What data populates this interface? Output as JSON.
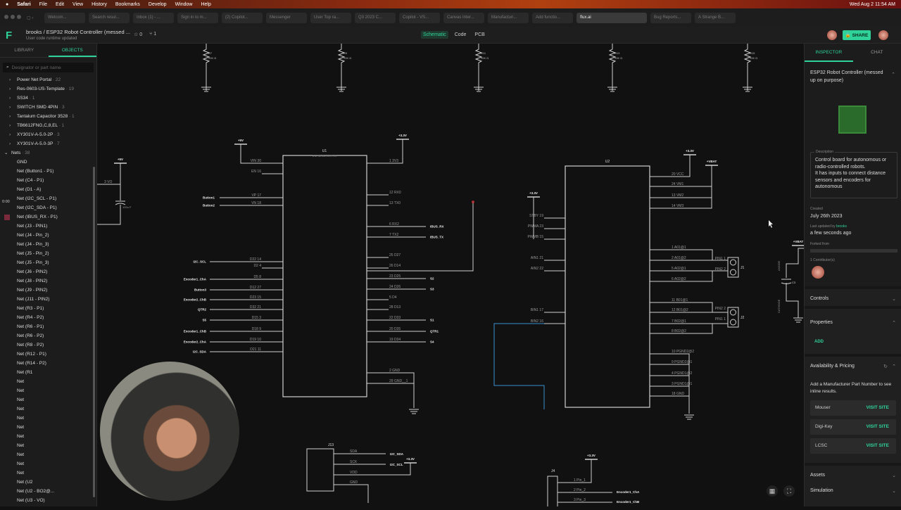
{
  "menubar": {
    "apple": "",
    "app": "Safari",
    "menus": [
      "File",
      "Edit",
      "View",
      "History",
      "Bookmarks",
      "Develop",
      "Window",
      "Help"
    ],
    "clock": "Wed Aug 2  11:54 AM"
  },
  "browser": {
    "tabs": [
      "Welcom...",
      "Search resul...",
      "Inbox (1) - ...",
      "Sign in to m...",
      "(2) Copilot...",
      "Messenger",
      "User Top ra...",
      "Q3 2023 C...",
      "Copilot - VS...",
      "Canvas Inter...",
      "Manufacturi...",
      "Add functio...",
      "flux.ai",
      "Bug Reports...",
      "A Strange B..."
    ],
    "active_tab": "flux.ai"
  },
  "app": {
    "logo": "F",
    "title": "brooks / ESP32 Robot Controller (messed ...",
    "subtitle": "User code runtime updated",
    "stars": "0",
    "forks": "1",
    "views": [
      "Schematic",
      "Code",
      "PCB"
    ],
    "active_view": "Schematic",
    "share": "SHARE"
  },
  "left": {
    "tabs": [
      "LIBRARY",
      "OBJECTS"
    ],
    "active_tab": "OBJECTS",
    "search_placeholder": "Designator or part name",
    "groups": [
      [
        "Power Net Portal",
        "22"
      ],
      [
        "Res-0603-US-Template",
        "19"
      ],
      [
        "SS34",
        "1"
      ],
      [
        "SWITCH SMD 4PIN",
        "3"
      ],
      [
        "Tantalum Capacitor 3528",
        "1"
      ],
      [
        "TB6612FNG,C,8,EL",
        "1"
      ],
      [
        "XY301V-A-5.0-2P",
        "3"
      ],
      [
        "XY301V-A-5.0-3P",
        "7"
      ]
    ],
    "nets_label": "Nets",
    "nets_count": "38",
    "nets": [
      "GND",
      "Net (Button1 - P1)",
      "Net (C4 - P1)",
      "Net (D1 - A)",
      "Net (I2C_SCL - P1)",
      "Net (I2C_SDA - P1)",
      "Net (IBUS_RX - P1)",
      "Net (J3 - PIN1)",
      "Net (J4 - Pin_2)",
      "Net (J4 - Pin_3)",
      "Net (J5 - Pin_2)",
      "Net (J5 - Pin_3)",
      "Net (J6 - PIN2)",
      "Net (J8 - PIN2)",
      "Net (J9 - PIN2)",
      "Net (J11 - PIN2)",
      "Net (R3 - P1)",
      "Net (R4 - P2)",
      "Net (R6 - P1)",
      "Net (R6 - P2)",
      "Net (R8 - P2)",
      "Net (R12 - P1)",
      "Net (R14 - P2)",
      "Net (R1",
      "Net",
      "Net",
      "Net",
      "Net",
      "Net",
      "Net",
      "Net",
      "Net",
      "Net",
      "Net",
      "Net",
      "Net (U2",
      "Net (U2 - BO2@...",
      "Net (U3 - VO)"
    ],
    "timer": "0:00"
  },
  "schematic": {
    "resistors": [
      [
        "R7",
        "20K Ω"
      ],
      [
        "R9",
        "20K Ω"
      ],
      [
        "R11",
        "20K Ω"
      ],
      [
        "R13",
        "20K Ω"
      ],
      [
        "R15",
        "20K Ω"
      ]
    ],
    "u1": {
      "ref": "U1",
      "part": "ESP32-DEVKIT-V1",
      "left": [
        [
          "VIN  30",
          ""
        ],
        [
          "EN  16",
          ""
        ],
        [
          "VP  17",
          "Button1"
        ],
        [
          "VN  18",
          "Button2"
        ],
        [
          "D22  14",
          "I2C_SCL"
        ],
        [
          "D2  4",
          ""
        ],
        [
          "D5  8",
          "Encoder1_ChA"
        ],
        [
          "D12  27",
          "Button3"
        ],
        [
          "D23  15",
          "Encoder2_ChB"
        ],
        [
          "D32  21",
          "QTR2"
        ],
        [
          "D15  3",
          "S5"
        ],
        [
          "D18  9",
          "Encoder1_ChB"
        ],
        [
          "D19  10",
          "Encoder2_ChA"
        ],
        [
          "D21  11",
          "I2C_SDA"
        ]
      ],
      "right": [
        [
          "1  3V3",
          ""
        ],
        [
          "12  RX0",
          ""
        ],
        [
          "13  TX0",
          ""
        ],
        [
          "6  RX2",
          "IBUS_RX"
        ],
        [
          "7  TX2",
          "IBUS_TX"
        ],
        [
          "25  D27",
          ""
        ],
        [
          "26  D14",
          ""
        ],
        [
          "23  D25",
          "S2"
        ],
        [
          "24  D26",
          "S3"
        ],
        [
          "5  D4",
          ""
        ],
        [
          "28  D13",
          ""
        ],
        [
          "22  D33",
          "S1"
        ],
        [
          "20  D35",
          "QTR1"
        ],
        [
          "19  D34",
          "S4"
        ],
        [
          "2  GND",
          ""
        ],
        [
          "29  GND__1",
          ""
        ]
      ]
    },
    "u2": {
      "ref": "U2",
      "left": [
        "STBY  19",
        "PWMA  23",
        "PWMB  15",
        "AIN1  21",
        "AIN2  22",
        "BIN1  17",
        "BIN2  16"
      ],
      "right": [
        "20  VCC",
        "24  VM1",
        "13  VM2",
        "14  VM3",
        "1  A01@1",
        "2  A01@2",
        "5  A02@1",
        "6  A02@2",
        "11  B01@1",
        "12  B01@2",
        "7  B02@1",
        "8  B02@2",
        "10  PGND2@2",
        "9  PGND2@1",
        "4  PGND1@2",
        "3  PGND1@1",
        "18  GND"
      ]
    },
    "j1": {
      "ref": "J1",
      "pins": [
        "PIN1  1",
        "PIN2  2"
      ]
    },
    "j2": {
      "ref": "J2",
      "pins": [
        "PIN2  2",
        "PIN1  1"
      ]
    },
    "j13": {
      "ref": "J13",
      "pins": [
        "SDA",
        "SCK",
        "VDD",
        "GND"
      ],
      "nets": [
        "I2C_SDA",
        "I2C_SCL"
      ]
    },
    "j4": {
      "ref": "J4",
      "pins": [
        "1  Pin_1",
        "2  Pin_2",
        "3  Pin_3"
      ],
      "nets": [
        "Encoder1_ChA",
        "Encoder1_ChB"
      ]
    },
    "power": {
      "p5v": "+5V",
      "p33": "+3.3V",
      "vbat": "+VBAT"
    },
    "u3": {
      "pin": "3  VO",
      "cap": "100u F"
    },
    "c3": {
      "ref": "C3",
      "anode": "ANODE",
      "cathode": "CATHODE"
    }
  },
  "right": {
    "tabs": [
      "INSPECTOR",
      "CHAT"
    ],
    "active_tab": "INSPECTOR",
    "project": "ESP32 Robot Controller (messed up on purpose)",
    "desc_label": "Description",
    "description": "Control board for autonomous or radio-controlled robots.\nIt has inputs to connect distance sensors and encoders for autonomous",
    "created_label": "Created",
    "created": "July 26th 2023",
    "updated_label": "Last updated by",
    "updated_by": "brooks",
    "updated": "a few seconds ago",
    "forked_label": "Forked from",
    "contributors": "1 Contributor(s)",
    "controls": "Controls",
    "properties": "Properties",
    "add": "ADD",
    "pricing": "Availability & Pricing",
    "pricing_hint": "Add a Manufacturer Part Number to see inline results.",
    "vendors": [
      [
        "Mouser",
        "VISIT SITE"
      ],
      [
        "Digi-Key",
        "VISIT SITE"
      ],
      [
        "LCSC",
        "VISIT SITE"
      ]
    ],
    "assets": "Assets",
    "simulation": "Simulation"
  },
  "colors": {
    "accent": "#2fd39a",
    "wire": "#d8d8d8",
    "selected_wire": "#3a8fd0",
    "error": "#d0303a"
  }
}
